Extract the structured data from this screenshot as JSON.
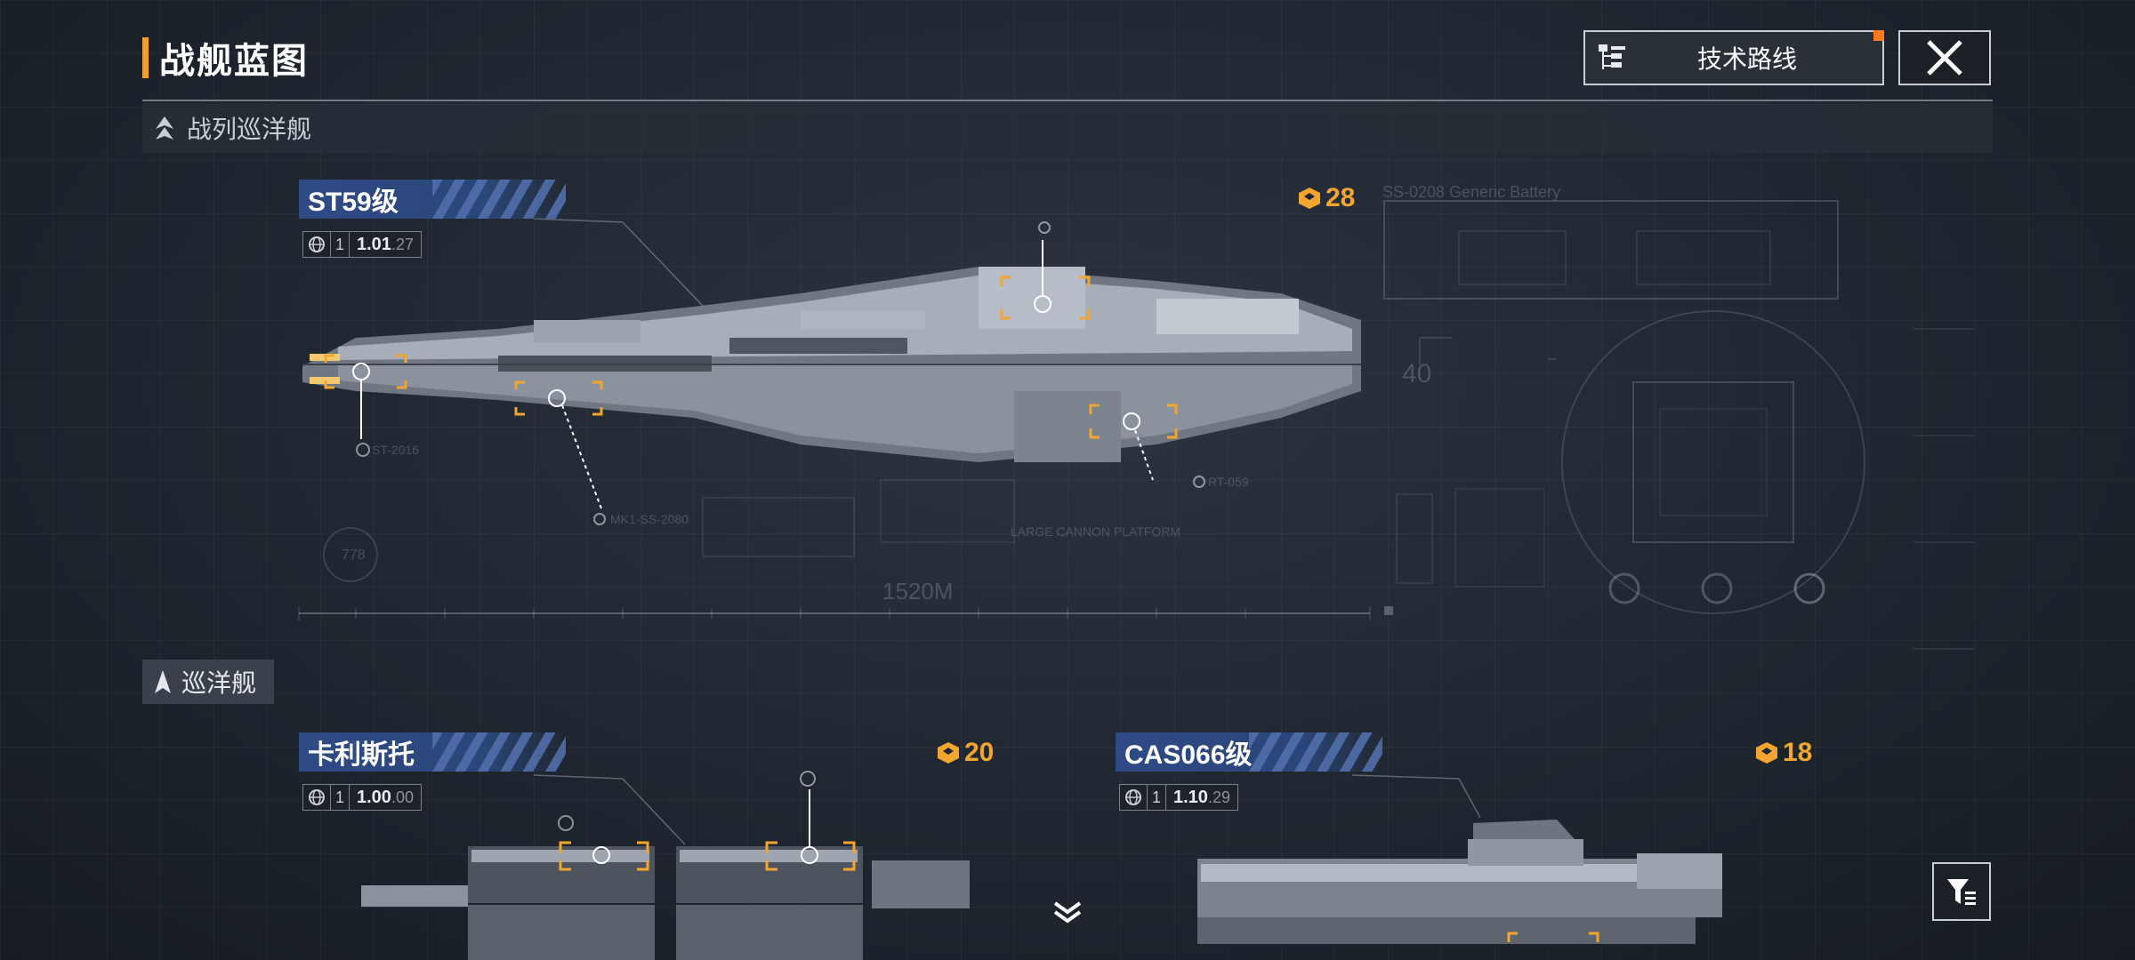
{
  "header": {
    "title": "战舰蓝图",
    "tech_route_label": "技术路线"
  },
  "sections": {
    "battlecruiser": "战列巡洋舰",
    "cruiser": "巡洋舰"
  },
  "ships": [
    {
      "name": "ST59级",
      "version_num": "1",
      "version_main": "1.01",
      "version_sub": ".27",
      "cost": "28"
    },
    {
      "name": "卡利斯托",
      "version_num": "1",
      "version_main": "1.00",
      "version_sub": ".00",
      "cost": "20"
    },
    {
      "name": "CAS066级",
      "version_num": "1",
      "version_main": "1.10",
      "version_sub": ".29",
      "cost": "18"
    }
  ],
  "blueprint_labels": {
    "length": "1520M",
    "deck": "LARGE CANNON PLATFORM",
    "battery": "SS-0208 Generic Battery",
    "angle": "40",
    "num": "778",
    "st": "ST-2016",
    "mk": "MK1-SS-2080",
    "rt": "RT-059"
  },
  "colors": {
    "accent": "#f2a630",
    "name_bar": "#2f4a86",
    "notify": "#ff7a1a"
  }
}
